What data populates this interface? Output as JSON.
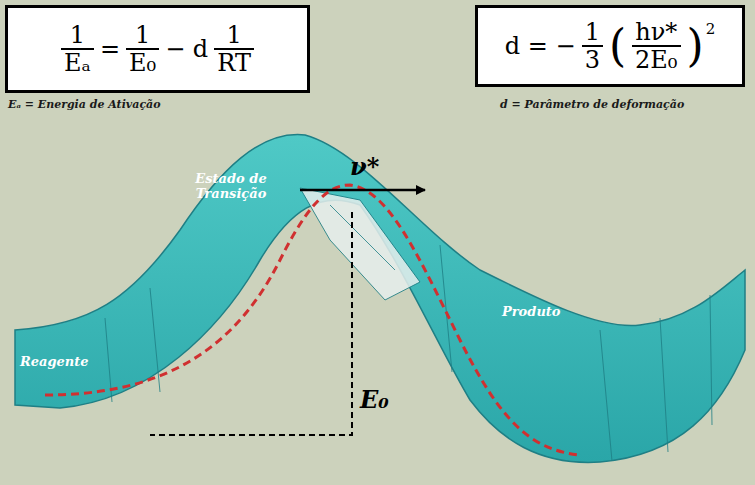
{
  "diagram": {
    "nodes": [
      {
        "text": [
          "1",
          "Eₐ",
          "=",
          "1",
          "E₀",
          "− d",
          "1",
          "RT"
        ]
      },
      {
        "text": [
          "d = −",
          "1",
          "3",
          "(",
          "hν*",
          "2E₀",
          ")",
          "2"
        ]
      }
    ],
    "labels": [
      "Eₐ = Energia de Ativação",
      "d = Parâmetro de deformação",
      "Estado de Transição",
      "Reagente",
      "Produto",
      "ν*",
      "E₀"
    ]
  }
}
